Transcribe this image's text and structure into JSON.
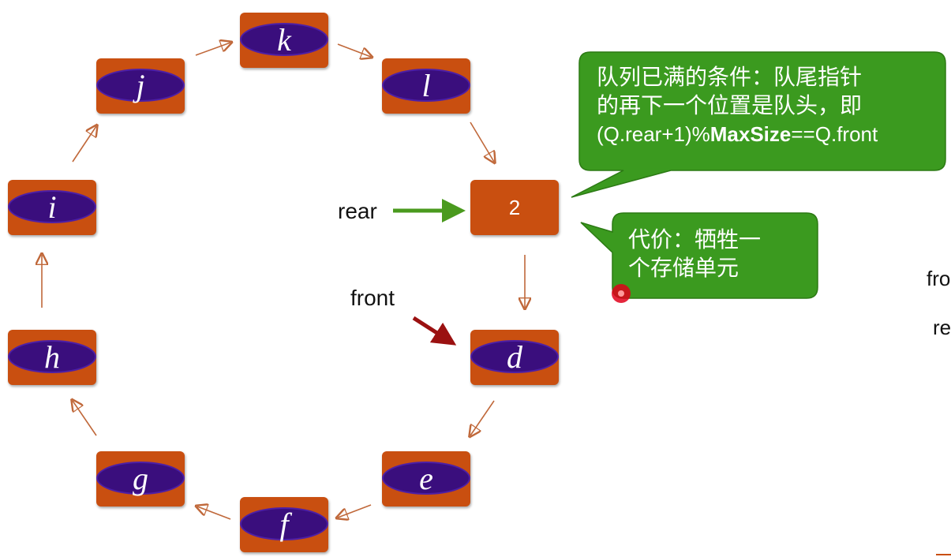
{
  "nodes": [
    {
      "id": "k",
      "label": "k"
    },
    {
      "id": "l",
      "label": "l"
    },
    {
      "id": "empty",
      "label": "2"
    },
    {
      "id": "d",
      "label": "d"
    },
    {
      "id": "e",
      "label": "e"
    },
    {
      "id": "f",
      "label": "f"
    },
    {
      "id": "g",
      "label": "g"
    },
    {
      "id": "h",
      "label": "h"
    },
    {
      "id": "i",
      "label": "i"
    },
    {
      "id": "j",
      "label": "j"
    }
  ],
  "pointers": {
    "rear": "rear",
    "front": "front"
  },
  "callout_full": {
    "line1": "队列已满的条件：队尾指针",
    "line2": "的再下一个位置是队头，即",
    "formula_prefix": "(Q.rear+1)%",
    "formula_bold": "MaxSize",
    "formula_suffix": "==Q.front"
  },
  "callout_cost": {
    "line1": "代价：牺牲一",
    "line2": "个存储单元"
  },
  "edge_text": {
    "fragment1": "fro",
    "fragment2": "re"
  },
  "colors": {
    "node_fill": "#c94f10",
    "oval_fill": "#3a0e7d",
    "callout_fill": "#3b9a1f",
    "rear_arrow": "#4a9a1e",
    "front_arrow": "#9b1111",
    "ring_arrow": "#c0683a",
    "laser_dot": "#e0001a"
  }
}
